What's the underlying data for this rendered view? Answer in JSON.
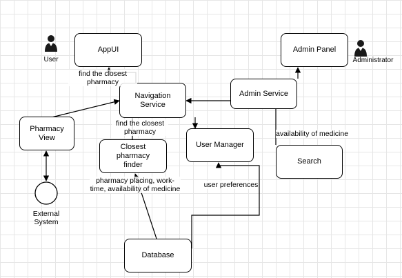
{
  "nodes": {
    "appui": "AppUI",
    "admin_panel": "Admin Panel",
    "navigation_service": "Navigation Service",
    "admin_service": "Admin Service",
    "pharmacy_view": "Pharmacy View",
    "closest_finder": "Closest pharmacy finder",
    "user_manager": "User Manager",
    "search": "Search",
    "database": "Database",
    "external_system": "External System"
  },
  "actors": {
    "user": "User",
    "administrator": "Administrator"
  },
  "edge_labels": {
    "find_closest_1": "find the closest pharmacy",
    "find_closest_2": "find the closest pharmacy",
    "availability": "availability of medicine",
    "placing": "pharmacy placing, work-time, availability of medicine",
    "preferences": "user preferences"
  },
  "colors": {
    "line": "#000000",
    "grid": "#e6e6e6",
    "actor": "#1a1a1a"
  }
}
